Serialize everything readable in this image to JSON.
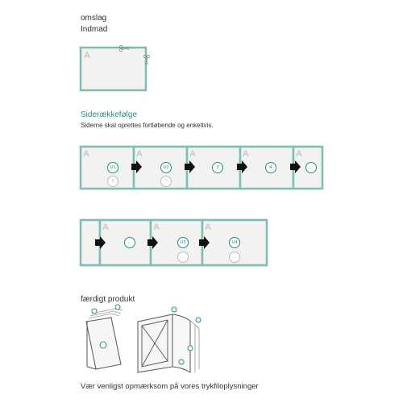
{
  "labels": {
    "omslag": "omslag",
    "indmad": "Indmad",
    "sequence_title": "Siderækkefølge",
    "sequence_desc": "Siderne skal oprettes fortløbende og enkeltvis.",
    "finished": "færdigt produkt",
    "footer": "Vær venligst opmærksom på vores trykfiloplysninger"
  },
  "page_letter": "A",
  "row1_pages": [
    {
      "front": "U1",
      "back": "2"
    },
    {
      "front": "U2",
      "back": "?"
    },
    {
      "front": "3",
      "back": ""
    },
    {
      "front": "4",
      "back": ""
    },
    {
      "front": "...",
      "back": ""
    }
  ],
  "row2_pages": [
    {
      "front": "",
      "back": ""
    },
    {
      "front": "...",
      "back": ""
    },
    {
      "front": "U3",
      "back": "..."
    },
    {
      "front": "U4",
      "back": "..."
    }
  ],
  "colors": {
    "teal": "#2a8a8a",
    "page_border": "#7fbdb6",
    "page_fill": "#f2f2f1",
    "arrow": "#111111"
  }
}
